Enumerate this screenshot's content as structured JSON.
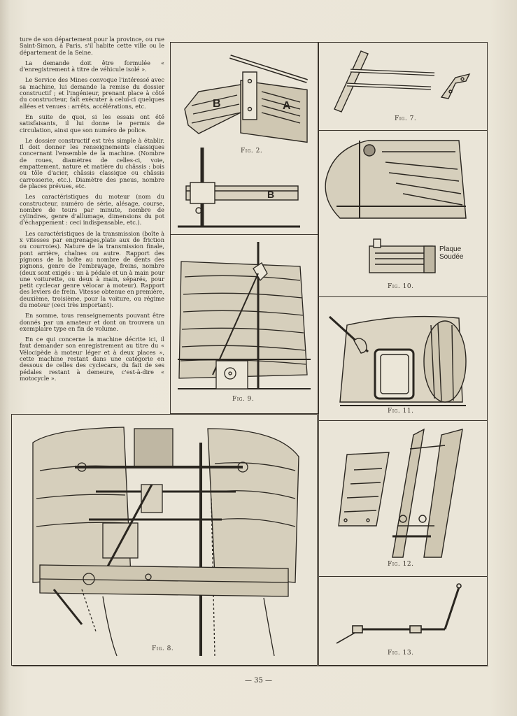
{
  "article": {
    "paragraphs": [
      "ture de son département pour la province, ou rue Saint-Simon, à Paris, s'il habite cette ville ou le département de la Seine.",
      "La demande doit être formulée « d'enregistrement à titre de véhicule isolé ».",
      "Le Service des Mines convoque l'intéressé avec sa machine, lui demande la remise du dossier constructif ; et l'ingénieur, prenant place à côté du constructeur, fait exécuter à celui-ci quelques allées et venues : arrêts, accélérations, etc.",
      "En suite de quoi, si les essais ont été satisfaisants, il lui donne le permis de circulation, ainsi que son numéro de police.",
      "Le dossier constructif est très simple à établir. Il doit donner les renseignements classiques concernant l'ensemble de la machine. (Nombre de roues, diamètres de celles-ci, voie, empattement, nature et matière du châssis : bois ou tôle d'acier, châssis classique ou châssis carrosserie, etc.). Diamètre des pneus, nombre de places prévues, etc.",
      "Les caractéristiques du moteur (nom du constructeur, numéro de série, alésage, course, nombre de tours par minute, nombre de cylindres, genre d'allumage, dimensions du pot d'échappement : ceci indispensable, etc.).",
      "Les caractéristiques de la transmission (boîte à x vitesses par engrenages,plate aux de friction ou courroies). Nature de la transmission finale, pont arrière, chaînes ou autre. Rapport des pignons de la boîte au nombre de dents des pignons, genre de l'embrayage, freins, nombre (deux sont exigés : un à pédale et un à main pour une voiturette, ou deux à main, séparés, pour petit cyclecar genre vélocar à moteur). Rapport des leviers de frein. Vitesse obtenue en première, deuxième, troisième, pour la voiture, ou régime du moteur (ceci très important).",
      "En somme, tous renseignements pouvant être donnés par un amateur et dont on trouvera un exemplaire type en fin de volume.",
      "En ce qui concerne la machine décrite ici, il faut demander son enregistrement au titre du « Vélocipède à moteur léger et à deux places », cette machine restant dans une catégorie en dessous de celles des cyclecars, du fait de ses pédales restant à demeure, c'est-à-dire « motocycle »."
    ]
  },
  "figures": {
    "fig2": {
      "caption": "Fig. 2.",
      "label_a": "A",
      "label_b": "B",
      "label_b2": "B"
    },
    "fig7": {
      "caption": "Fig. 7."
    },
    "fig8": {
      "caption": "Fig. 8."
    },
    "fig9": {
      "caption": "Fig. 9."
    },
    "fig10": {
      "caption": "Fig. 10.",
      "annotation_line1": "Plaque",
      "annotation_line2": "Soudée"
    },
    "fig11": {
      "caption": "Fig. 11."
    },
    "fig12": {
      "caption": "Fig. 12."
    },
    "fig13": {
      "caption": "Fig. 13."
    }
  },
  "page_number": "— 35 —"
}
